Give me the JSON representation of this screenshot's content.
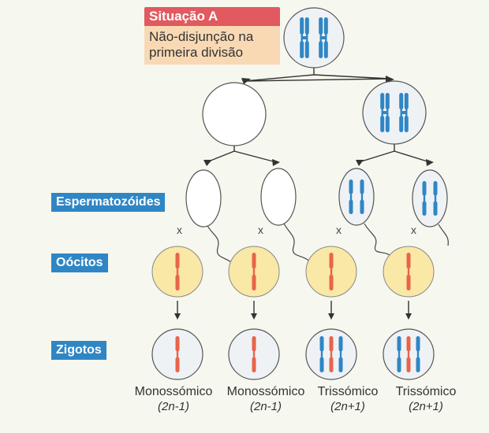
{
  "situation": {
    "title": "Situação A",
    "subtitle": "Não-disjunção na primeira divisão"
  },
  "rows": {
    "sperm": "Espermatozóides",
    "oocytes": "Oócitos",
    "zygotes": "Zigotos"
  },
  "cross_symbol": "x",
  "results": [
    {
      "name": "Monossómico",
      "formula": "(2n-1)"
    },
    {
      "name": "Monossómico",
      "formula": "(2n-1)"
    },
    {
      "name": "Trissómico",
      "formula": "(2n+1)"
    },
    {
      "name": "Trissómico",
      "formula": "(2n+1)"
    }
  ],
  "colors": {
    "paternal_chromosome": "#2f86c5",
    "maternal_chromosome": "#e8644a",
    "oocyte_fill": "#f9e8a6",
    "label_fill": "#2f86c5",
    "title_fill": "#e05a5f",
    "subtitle_fill": "#f8d9b4"
  }
}
